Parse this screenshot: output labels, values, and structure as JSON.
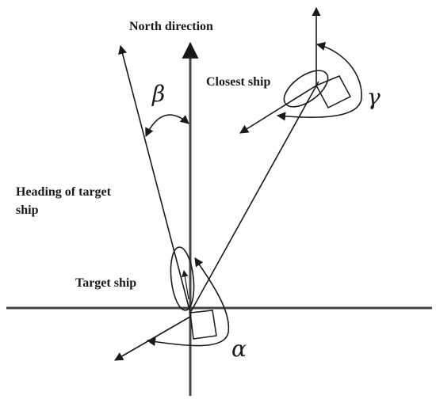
{
  "labels": {
    "north_direction": "North direction",
    "closest_ship": "Closest ship",
    "heading_line1": "Heading of target",
    "heading_line2": "ship",
    "target_ship": "Target ship"
  },
  "angles": {
    "beta": "β",
    "gamma": "γ",
    "alpha": "α"
  },
  "colors": {
    "ink": "#1a1a1a",
    "axis": "#444444",
    "background": "#ffffff"
  }
}
